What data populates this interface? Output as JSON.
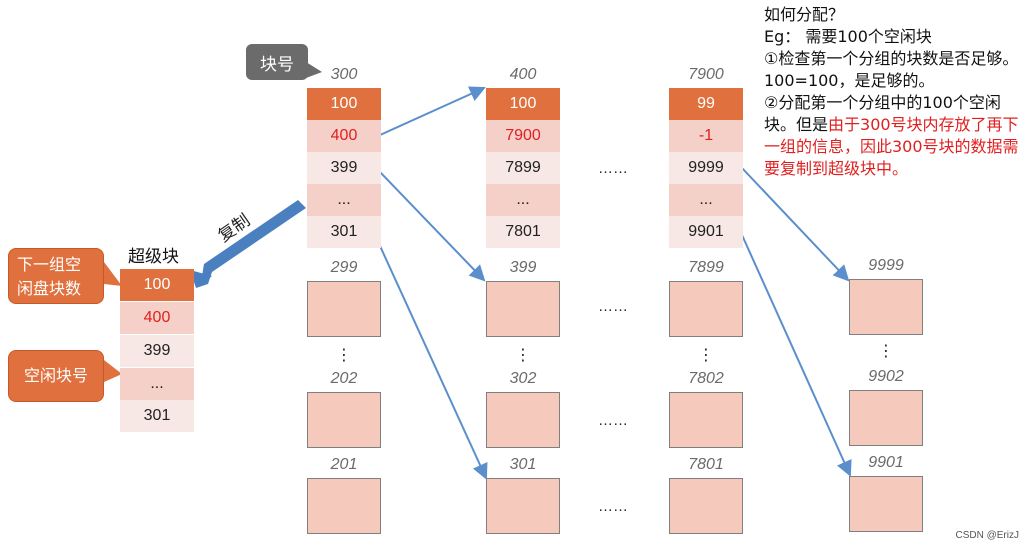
{
  "block_number_tag": "块号",
  "copy_label": "复制",
  "superblock": {
    "title": "超级块",
    "cells": [
      "100",
      "400",
      "399",
      "...",
      "301"
    ]
  },
  "callouts": {
    "next_group": "下一组空闲盘块数",
    "free_block": "空闲块号"
  },
  "groups": [
    {
      "head_label": "300",
      "cells": [
        "100",
        "400",
        "399",
        "...",
        "301"
      ],
      "blocks": [
        "299",
        "202",
        "201"
      ]
    },
    {
      "head_label": "400",
      "cells": [
        "100",
        "7900",
        "7899",
        "...",
        "7801"
      ],
      "blocks": [
        "399",
        "302",
        "301"
      ]
    },
    {
      "head_label": "7900",
      "cells": [
        "99",
        "-1",
        "9999",
        "...",
        "9901"
      ],
      "blocks": [
        "7899",
        "7802",
        "7801"
      ]
    }
  ],
  "last_group_blocks": [
    "9999",
    "9902",
    "9901"
  ],
  "ellipsis": "……",
  "vertical_ellipsis": "⋮",
  "note": {
    "title": "如何分配？",
    "line1": "Eg： 需要100个空闲块",
    "step1": "①检查第一个分组的块数是否足够。100=100，是足够的。",
    "step2_black": "②分配第一个分组中的100个空闲块。但是",
    "step2_red": "由于300号块内存放了再下一组的信息，因此300号块的数据需要复制到超级块中。"
  },
  "watermark": "CSDN @ErizJ",
  "colors": {
    "orange": "#e0703e",
    "pink_cell": "#f4d0c8",
    "light_cell": "#f8e8e5",
    "block_fill": "#f6c9bd",
    "arrow_blue": "#5b8fcc",
    "red_text": "#e02020"
  }
}
